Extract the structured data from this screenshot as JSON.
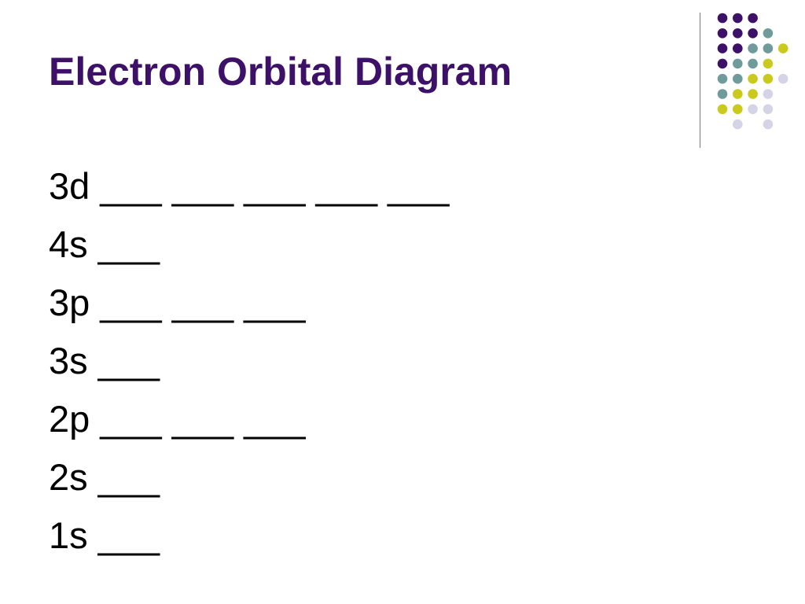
{
  "slide": {
    "title": "Electron Orbital Diagram"
  },
  "orbitals": [
    {
      "level": "3d",
      "blanks": [
        "___",
        "___",
        "___",
        "___",
        "___"
      ]
    },
    {
      "level": "4s",
      "blanks": [
        "___"
      ]
    },
    {
      "level": "3p",
      "blanks": [
        "___",
        "___",
        "___"
      ]
    },
    {
      "level": "3s",
      "blanks": [
        "___"
      ]
    },
    {
      "level": "2p",
      "blanks": [
        "___",
        "___",
        "___"
      ]
    },
    {
      "level": "2s",
      "blanks": [
        "___"
      ]
    },
    {
      "level": "1s",
      "blanks": [
        "___"
      ]
    }
  ],
  "decoration": {
    "colors": {
      "title": "#3d1168",
      "purple": "#3d1168",
      "teal": "#6f9b9b",
      "yellow": "#c9c91e",
      "lavender": "#d4d4e6",
      "divider": "#7a7a7a"
    },
    "dot_grid": [
      [
        "purple",
        "purple",
        "purple",
        "",
        ""
      ],
      [
        "purple",
        "purple",
        "purple",
        "teal",
        ""
      ],
      [
        "purple",
        "purple",
        "teal",
        "teal",
        "yellow"
      ],
      [
        "purple",
        "teal",
        "teal",
        "yellow",
        ""
      ],
      [
        "teal",
        "teal",
        "yellow",
        "yellow",
        "lavender"
      ],
      [
        "teal",
        "yellow",
        "yellow",
        "lavender",
        ""
      ],
      [
        "yellow",
        "yellow",
        "lavender",
        "lavender",
        ""
      ],
      [
        "",
        "lavender",
        "",
        "lavender",
        ""
      ]
    ]
  }
}
